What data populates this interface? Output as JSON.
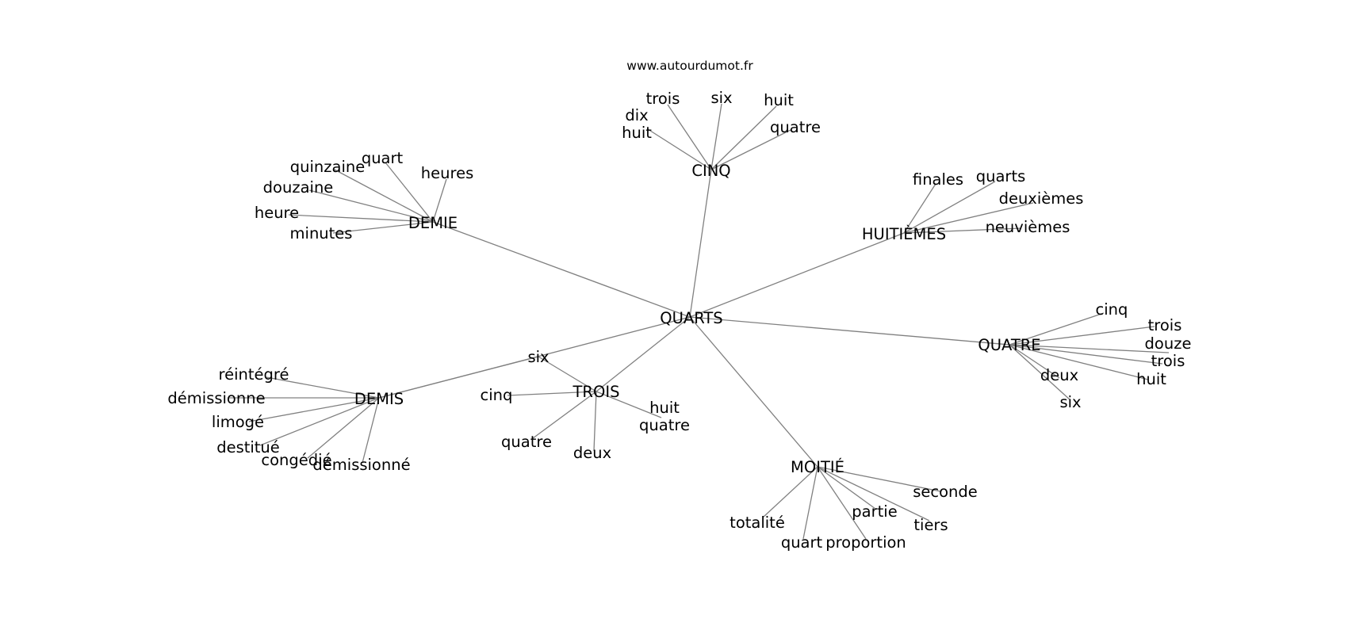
{
  "source": "www.autourdumot.fr",
  "colors": {
    "edge": "#808080",
    "text": "#000000",
    "background": "#ffffff"
  },
  "center": {
    "id": "quarts",
    "label": "QUARTS"
  },
  "hubs": [
    {
      "id": "cinq",
      "label": "CINQ",
      "leaves": [
        {
          "id": "cinq-trois",
          "label": "trois"
        },
        {
          "id": "cinq-six",
          "label": "six"
        },
        {
          "id": "cinq-huit",
          "label": "huit"
        },
        {
          "id": "cinq-dix-huit",
          "label": "dix\nhuit"
        },
        {
          "id": "cinq-quatre",
          "label": "quatre"
        }
      ]
    },
    {
      "id": "demie",
      "label": "DEMIE",
      "leaves": [
        {
          "id": "demie-quart",
          "label": "quart"
        },
        {
          "id": "demie-quinzaine",
          "label": "quinzaine"
        },
        {
          "id": "demie-heures",
          "label": "heures"
        },
        {
          "id": "demie-douzaine",
          "label": "douzaine"
        },
        {
          "id": "demie-heure",
          "label": "heure"
        },
        {
          "id": "demie-minutes",
          "label": "minutes"
        }
      ]
    },
    {
      "id": "huitiemes",
      "label": "HUITIÈMES",
      "leaves": [
        {
          "id": "huitiemes-finales",
          "label": "finales"
        },
        {
          "id": "huitiemes-quarts",
          "label": "quarts"
        },
        {
          "id": "huitiemes-deuxiemes",
          "label": "deuxièmes"
        },
        {
          "id": "huitiemes-neuviemes",
          "label": "neuvièmes"
        }
      ]
    },
    {
      "id": "quatre",
      "label": "QUATRE",
      "leaves": [
        {
          "id": "quatre-cinq",
          "label": "cinq"
        },
        {
          "id": "quatre-trois-1",
          "label": "trois"
        },
        {
          "id": "quatre-douze",
          "label": "douze"
        },
        {
          "id": "quatre-trois-2",
          "label": "trois"
        },
        {
          "id": "quatre-huit",
          "label": "huit"
        },
        {
          "id": "quatre-deux",
          "label": "deux"
        },
        {
          "id": "quatre-six",
          "label": "six"
        }
      ]
    },
    {
      "id": "demis",
      "label": "DEMIS",
      "leaves": [
        {
          "id": "demis-reintegre",
          "label": "réintégré"
        },
        {
          "id": "demis-demissionne-1",
          "label": "démissionne"
        },
        {
          "id": "demis-limoge",
          "label": "limogé"
        },
        {
          "id": "demis-destitue",
          "label": "destitué"
        },
        {
          "id": "demis-congedie",
          "label": "congédié"
        },
        {
          "id": "demis-demissionne-2",
          "label": "démissionné"
        }
      ]
    },
    {
      "id": "trois",
      "label": "TROIS",
      "leaves": [
        {
          "id": "trois-six",
          "label": "six"
        },
        {
          "id": "trois-cinq",
          "label": "cinq"
        },
        {
          "id": "trois-huit-quatre",
          "label": "huit\nquatre"
        },
        {
          "id": "trois-quatre",
          "label": "quatre"
        },
        {
          "id": "trois-deux",
          "label": "deux"
        }
      ]
    },
    {
      "id": "moitie",
      "label": "MOITIÉ",
      "leaves": [
        {
          "id": "moitie-seconde",
          "label": "seconde"
        },
        {
          "id": "moitie-partie",
          "label": "partie"
        },
        {
          "id": "moitie-tiers",
          "label": "tiers"
        },
        {
          "id": "moitie-totalite",
          "label": "totalité"
        },
        {
          "id": "moitie-quart",
          "label": "quart"
        },
        {
          "id": "moitie-proportion",
          "label": "proportion"
        }
      ]
    }
  ],
  "extra_edges": [
    {
      "from": "demis",
      "to": "trois-six"
    }
  ]
}
